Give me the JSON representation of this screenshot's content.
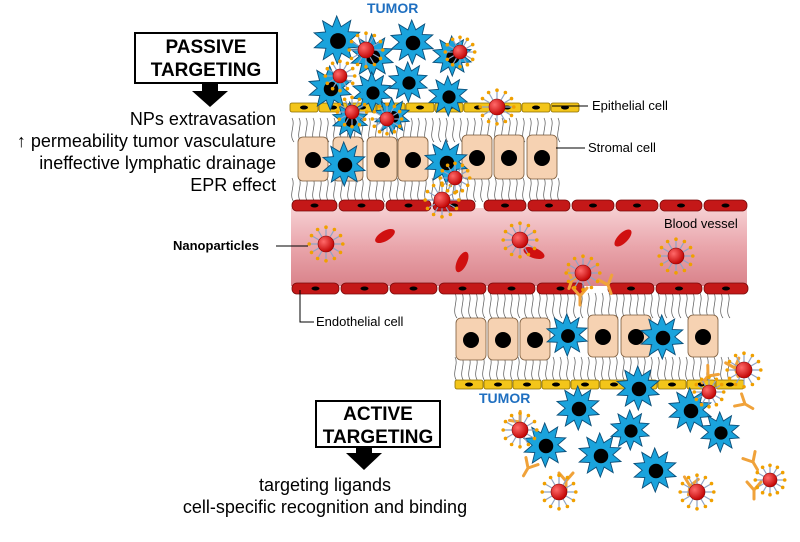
{
  "tumor_label_top": "TUMOR",
  "tumor_label_bottom": "TUMOR",
  "passive": {
    "title_line1": "PASSIVE",
    "title_line2": "TARGETING",
    "lines": [
      "NPs extravasation",
      "↑ permeability tumor vasculature",
      "ineffective lymphatic drainage",
      "EPR effect"
    ]
  },
  "active": {
    "title_line1": "ACTIVE",
    "title_line2": "TARGETING",
    "lines": [
      "targeting ligands",
      "cell-specific recognition and binding"
    ]
  },
  "labels": {
    "epithelial": "Epithelial cell",
    "stromal": "Stromal cell",
    "blood_vessel": "Blood vessel",
    "nanoparticles": "Nanoparticles",
    "endothelial": "Endothelial cell"
  },
  "colors": {
    "tumor_cell": "#1aa3dc",
    "nucleus": "#000000",
    "nanoparticle": "#e00000",
    "np_spike": "#8fa3c4",
    "np_tip": "#f0a000",
    "vessel_lumen": "#e8a2a8",
    "endothelial": "#c41818",
    "red_blood_cell": "#d01010",
    "stromal_cell": "#f6d2b2",
    "epithelial": "#f3c51a",
    "antibody": "#f0a23a",
    "tumor_text": "#1f6fc0"
  }
}
